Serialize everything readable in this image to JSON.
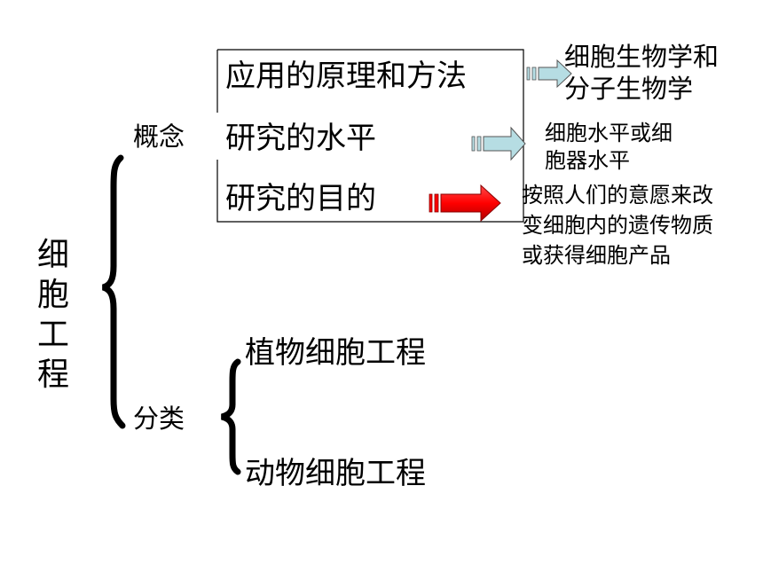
{
  "title": "细胞工程",
  "title_chars": [
    "细",
    "胞",
    "工",
    "程"
  ],
  "concept": {
    "label": "概念",
    "items": [
      {
        "text": "应用的原理和方法",
        "result": [
          "细胞生物学和",
          "分子生物学"
        ]
      },
      {
        "text": "研究的水平",
        "result": [
          "细胞水平或细",
          "胞器水平"
        ]
      },
      {
        "text": "研究的目的",
        "result": [
          "按照人们的意愿来改",
          "变细胞内的遗传物质",
          "或获得细胞产品"
        ]
      }
    ]
  },
  "classification": {
    "label": "分类",
    "items": [
      "植物细胞工程",
      "动物细胞工程"
    ]
  },
  "colors": {
    "arrow_light_fill": "#b6dde3",
    "arrow_stroke": "#555555",
    "arrow_red_fill": "#ff0000",
    "arrow_red_dark": "#880000",
    "brace": "#000000"
  }
}
